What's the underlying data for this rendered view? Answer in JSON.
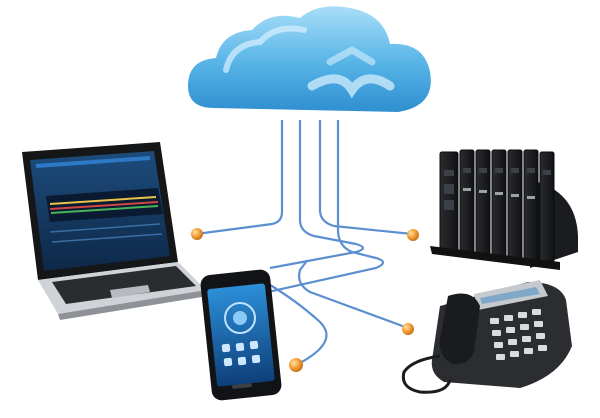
{
  "scene": {
    "colors": {
      "background": "#ffffff",
      "cloud": "#4aa3dc",
      "cloud_highlight": "#8fd0f4",
      "cable": "#5b8fd0",
      "node": "#f2a43a",
      "device_dark": "#1d1f22"
    },
    "objects": [
      {
        "name": "cloud-icon"
      },
      {
        "name": "laptop"
      },
      {
        "name": "smartphone"
      },
      {
        "name": "server-rack"
      },
      {
        "name": "desk-phone"
      }
    ]
  }
}
